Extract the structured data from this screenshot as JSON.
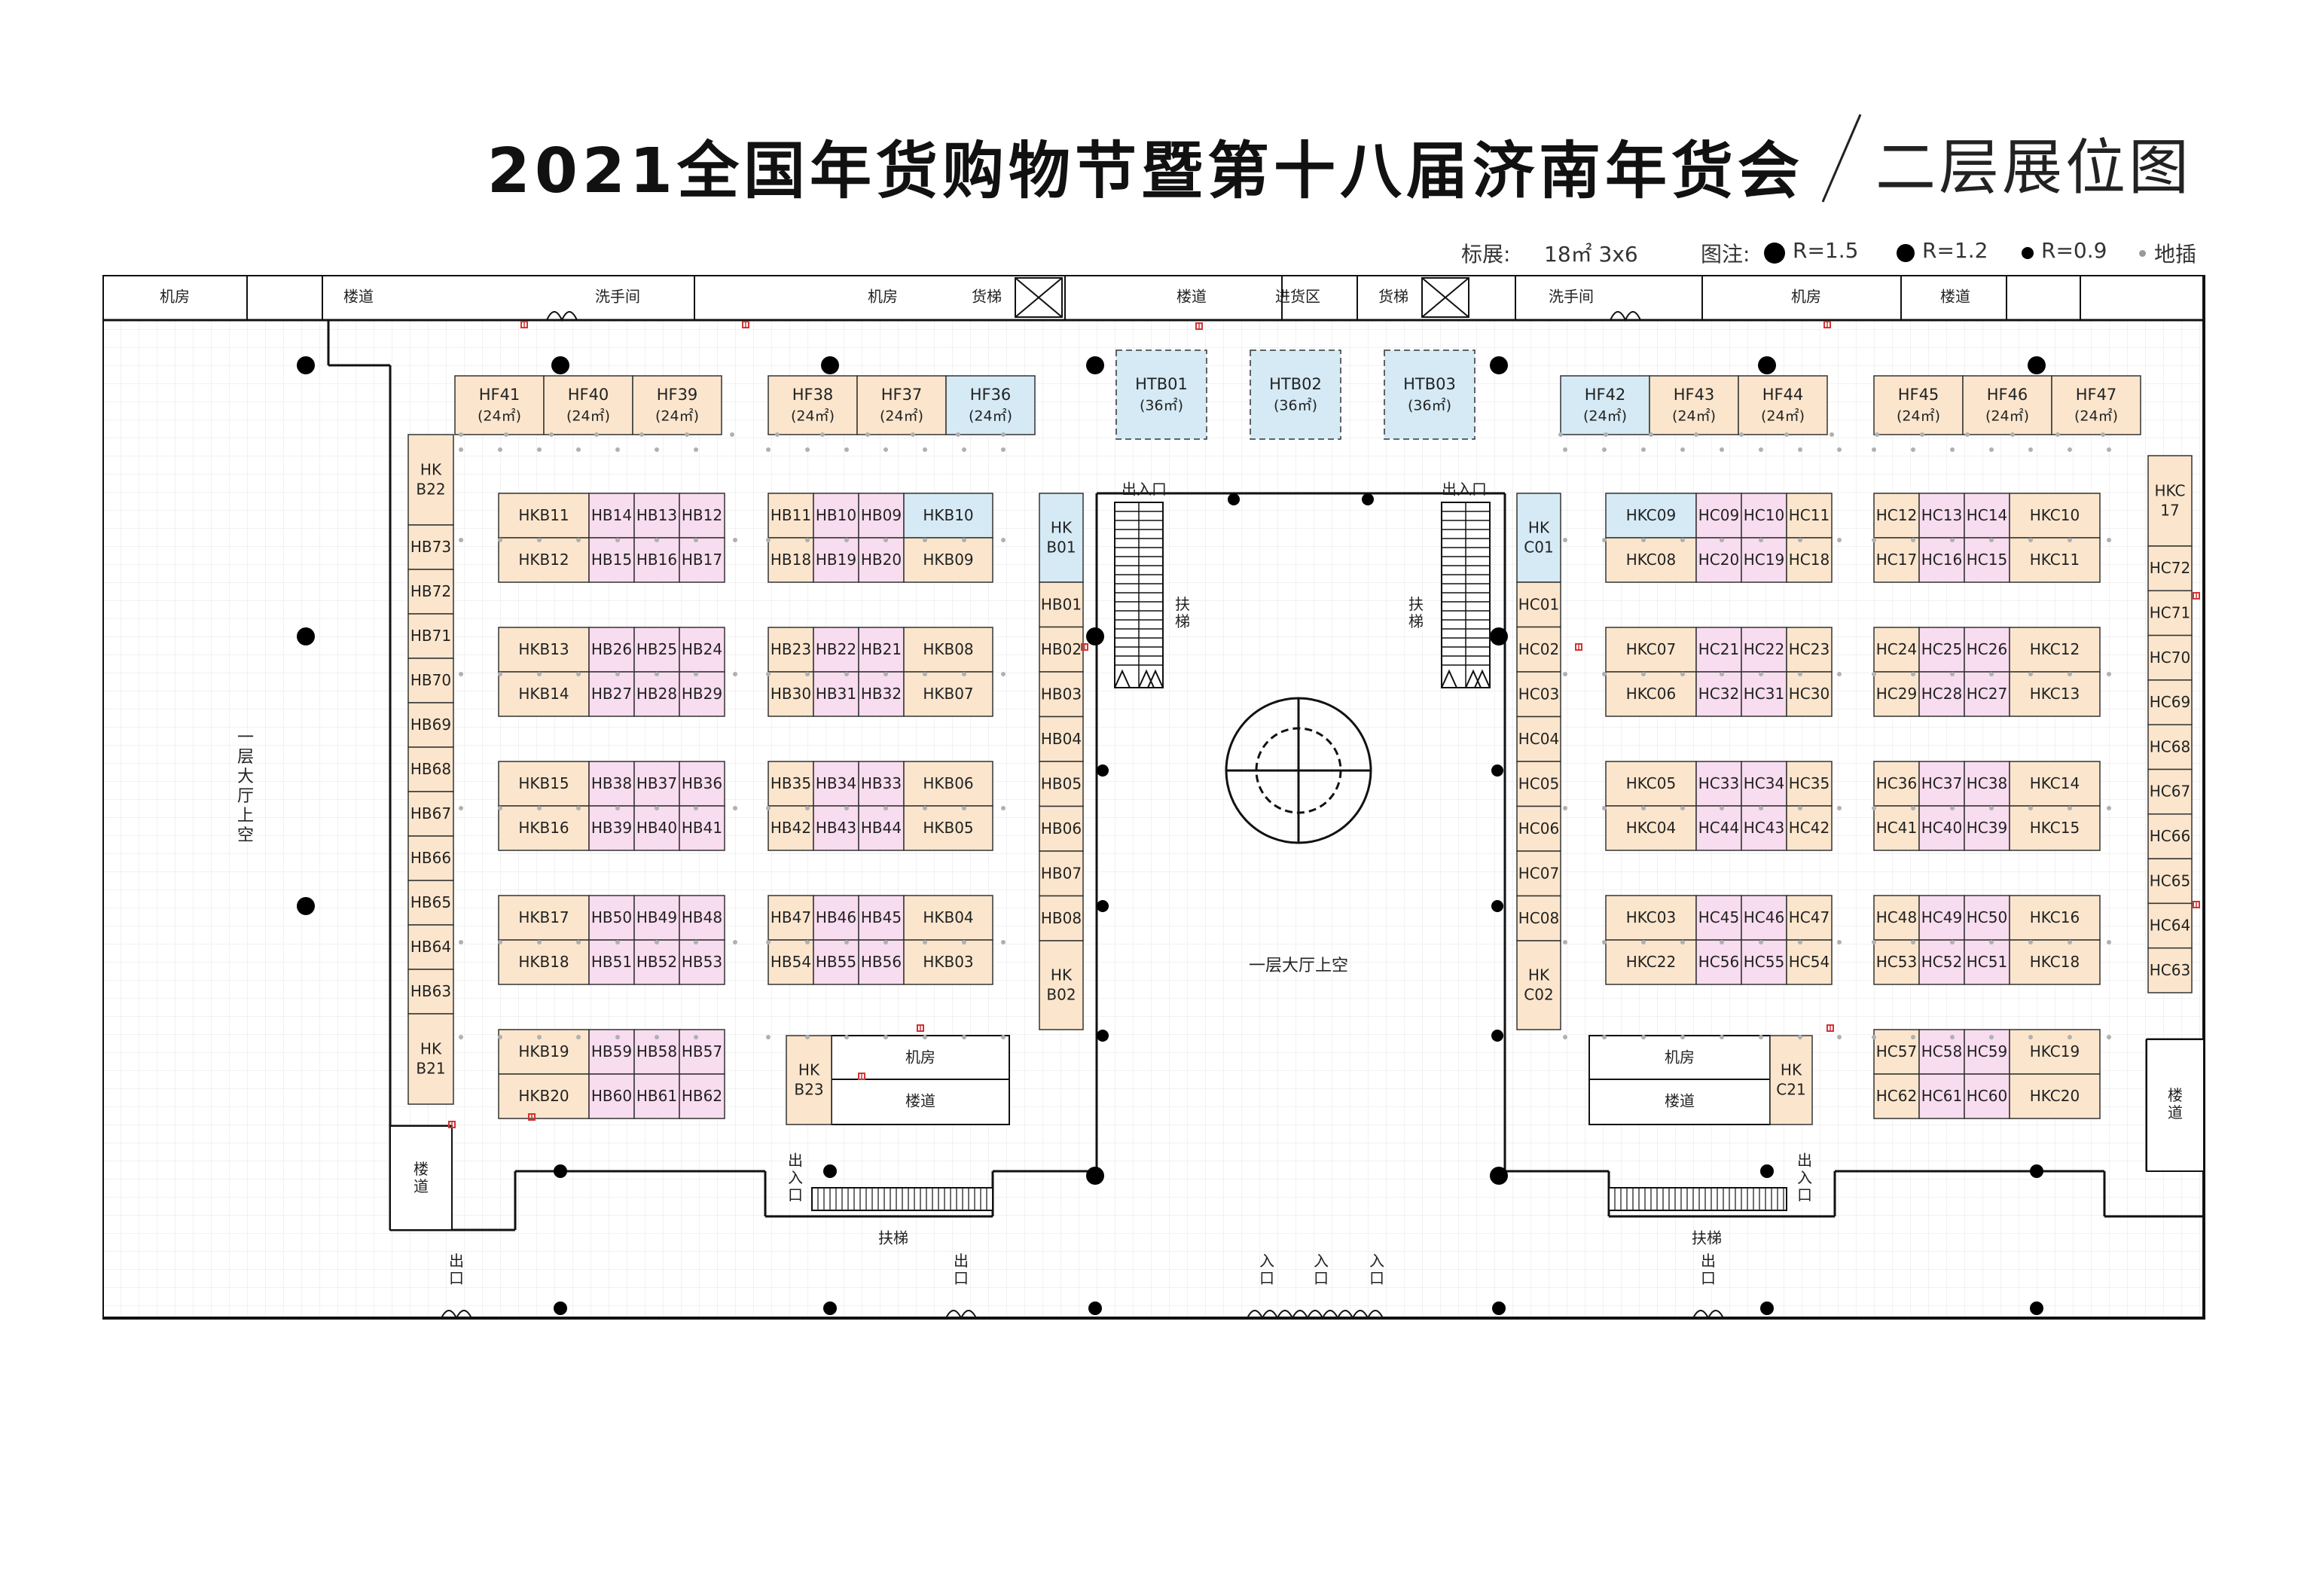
{
  "title": {
    "main": "2021全国年货购物节暨第十八届济南年货会",
    "sub": "二层展位图"
  },
  "legend": {
    "standard_label": "标展:",
    "standard_size": "18㎡ 3x6",
    "note_label": "图注:",
    "r15": "R=1.5",
    "r12": "R=1.2",
    "r09": "R=0.9",
    "socket": "地插"
  },
  "colors": {
    "peach": "#fbe6cd",
    "pink": "#f8dcef",
    "blue": "#d5eaf5",
    "grid": "#e8e8e8",
    "line": "#111111",
    "socket": "#d33333"
  },
  "top_rooms": [
    "机房",
    "楼道",
    "洗手间",
    "机房",
    "货梯",
    "楼道",
    "进货区",
    "货梯",
    "洗手间",
    "机房",
    "楼道"
  ],
  "floor_labels": {
    "left_void": "一层大厅上空",
    "center_void": "一层大厅上空",
    "escalator": "扶梯",
    "entrance_exit": "出入口",
    "exit": "出口",
    "entry": "入口",
    "stairs": "楼道",
    "machine_room": "机房"
  },
  "booths": {
    "hf_left": [
      {
        "name": "HF41",
        "area": "(24㎡)",
        "color": "peach"
      },
      {
        "name": "HF40",
        "area": "(24㎡)",
        "color": "peach"
      },
      {
        "name": "HF39",
        "area": "(24㎡)",
        "color": "peach"
      },
      {
        "name": "HF38",
        "area": "(24㎡)",
        "color": "peach"
      },
      {
        "name": "HF37",
        "area": "(24㎡)",
        "color": "peach"
      },
      {
        "name": "HF36",
        "area": "(24㎡)",
        "color": "blue"
      }
    ],
    "htb": [
      {
        "name": "HTB01",
        "area": "(36㎡)"
      },
      {
        "name": "HTB02",
        "area": "(36㎡)"
      },
      {
        "name": "HTB03",
        "area": "(36㎡)"
      }
    ],
    "hf_right": [
      {
        "name": "HF42",
        "area": "(24㎡)",
        "color": "blue"
      },
      {
        "name": "HF43",
        "area": "(24㎡)",
        "color": "peach"
      },
      {
        "name": "HF44",
        "area": "(24㎡)",
        "color": "peach"
      },
      {
        "name": "HF45",
        "area": "(24㎡)",
        "color": "peach"
      },
      {
        "name": "HF46",
        "area": "(24㎡)",
        "color": "peach"
      },
      {
        "name": "HF47",
        "area": "(24㎡)",
        "color": "peach"
      }
    ],
    "left_col": [
      "HK B22",
      "HB73",
      "HB72",
      "HB71",
      "HB70",
      "HB69",
      "HB68",
      "HB67",
      "HB66",
      "HB65",
      "HB64",
      "HB63",
      "HK B21"
    ],
    "blockA": [
      [
        [
          "HKB11",
          "HB14",
          "HB13",
          "HB12"
        ],
        [
          "HKB12",
          "HB15",
          "HB16",
          "HB17"
        ]
      ],
      [
        [
          "HKB13",
          "HB26",
          "HB25",
          "HB24"
        ],
        [
          "HKB14",
          "HB27",
          "HB28",
          "HB29"
        ]
      ],
      [
        [
          "HKB15",
          "HB38",
          "HB37",
          "HB36"
        ],
        [
          "HKB16",
          "HB39",
          "HB40",
          "HB41"
        ]
      ],
      [
        [
          "HKB17",
          "HB50",
          "HB49",
          "HB48"
        ],
        [
          "HKB18",
          "HB51",
          "HB52",
          "HB53"
        ]
      ],
      [
        [
          "HKB19",
          "HB59",
          "HB58",
          "HB57"
        ],
        [
          "HKB20",
          "HB60",
          "HB61",
          "HB62"
        ]
      ]
    ],
    "blockB": [
      [
        [
          "HB11",
          "HB10",
          "HB09",
          "HKB10"
        ],
        [
          "HB18",
          "HB19",
          "HB20",
          "HKB09"
        ]
      ],
      [
        [
          "HB23",
          "HB22",
          "HB21",
          "HKB08"
        ],
        [
          "HB30",
          "HB31",
          "HB32",
          "HKB07"
        ]
      ],
      [
        [
          "HB35",
          "HB34",
          "HB33",
          "HKB06"
        ],
        [
          "HB42",
          "HB43",
          "HB44",
          "HKB05"
        ]
      ],
      [
        [
          "HB47",
          "HB46",
          "HB45",
          "HKB04"
        ],
        [
          "HB54",
          "HB55",
          "HB56",
          "HKB03"
        ]
      ]
    ],
    "hkb23": "HK B23",
    "hb_col": [
      "HK B01",
      "HB01",
      "HB02",
      "HB03",
      "HB04",
      "HB05",
      "HB06",
      "HB07",
      "HB08",
      "HK B02"
    ],
    "hc_col": [
      "HK C01",
      "HC01",
      "HC02",
      "HC03",
      "HC04",
      "HC05",
      "HC06",
      "HC07",
      "HC08",
      "HK C02"
    ],
    "blockC": [
      [
        [
          "HKC09",
          "HC09",
          "HC10",
          "HC11"
        ],
        [
          "HKC08",
          "HC20",
          "HC19",
          "HC18"
        ]
      ],
      [
        [
          "HKC07",
          "HC21",
          "HC22",
          "HC23"
        ],
        [
          "HKC06",
          "HC32",
          "HC31",
          "HC30"
        ]
      ],
      [
        [
          "HKC05",
          "HC33",
          "HC34",
          "HC35"
        ],
        [
          "HKC04",
          "HC44",
          "HC43",
          "HC42"
        ]
      ],
      [
        [
          "HKC03",
          "HC45",
          "HC46",
          "HC47"
        ],
        [
          "HKC22",
          "HC56",
          "HC55",
          "HC54"
        ]
      ]
    ],
    "hkc21": "HK C21",
    "blockD": [
      [
        [
          "HC12",
          "HC13",
          "HC14",
          "HKC10"
        ],
        [
          "HC17",
          "HC16",
          "HC15",
          "HKC11"
        ]
      ],
      [
        [
          "HC24",
          "HC25",
          "HC26",
          "HKC12"
        ],
        [
          "HC29",
          "HC28",
          "HC27",
          "HKC13"
        ]
      ],
      [
        [
          "HC36",
          "HC37",
          "HC38",
          "HKC14"
        ],
        [
          "HC41",
          "HC40",
          "HC39",
          "HKC15"
        ]
      ],
      [
        [
          "HC48",
          "HC49",
          "HC50",
          "HKC16"
        ],
        [
          "HC53",
          "HC52",
          "HC51",
          "HKC18"
        ]
      ],
      [
        [
          "HC57",
          "HC58",
          "HC59",
          "HKC19"
        ],
        [
          "HC62",
          "HC61",
          "HC60",
          "HKC20"
        ]
      ]
    ],
    "right_col": [
      "HKC 17",
      "HC72",
      "HC71",
      "HC70",
      "HC69",
      "HC68",
      "HC67",
      "HC66",
      "HC65",
      "HC64",
      "HC63"
    ]
  }
}
